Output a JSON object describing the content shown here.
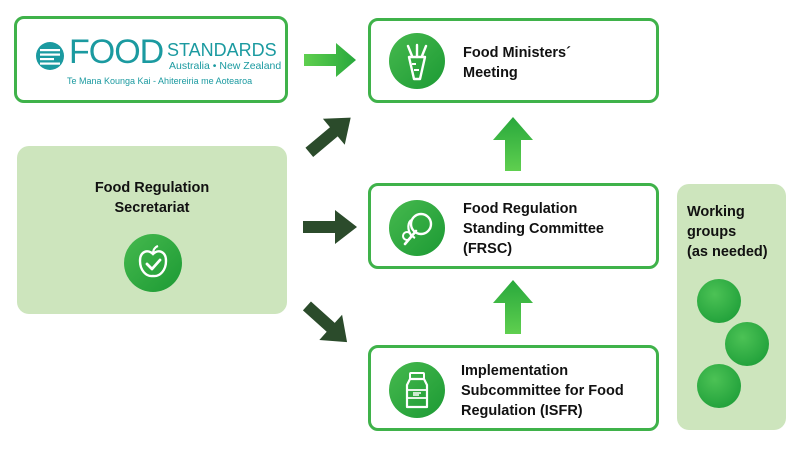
{
  "logo": {
    "word_food": "FOOD",
    "word_standards": "STANDARDS",
    "region": "Australia • New Zealand",
    "maori_tagline": "Te Mana Kounga Kai - Ahitereiria me Aotearoa"
  },
  "nodes": {
    "secretariat": {
      "line1": "Food Regulation",
      "line2": "Secretariat",
      "icon": "apple-check-icon"
    },
    "ministers": {
      "line1": "Food Ministers´",
      "line2": "Meeting",
      "icon": "carrot-icon"
    },
    "frsc": {
      "line1": "Food Regulation",
      "line2": "Standing Committee",
      "line3": "(FRSC)",
      "icon": "knife-magnifier-icon"
    },
    "isfr": {
      "line1": "Implementation",
      "line2": "Subcommittee for Food",
      "line3": "Regulation (ISFR)",
      "icon": "milk-bottle-icon"
    },
    "working_groups": {
      "line1": "Working",
      "line2": "groups",
      "line3": "(as needed)",
      "dot_count": 3
    }
  },
  "colors": {
    "border_green": "#3fb24a",
    "bright_green": "#36b34a",
    "dark_green": "#2b4b2b",
    "panel_green": "#cde5bd",
    "logo_teal": "#1b9aa0"
  }
}
